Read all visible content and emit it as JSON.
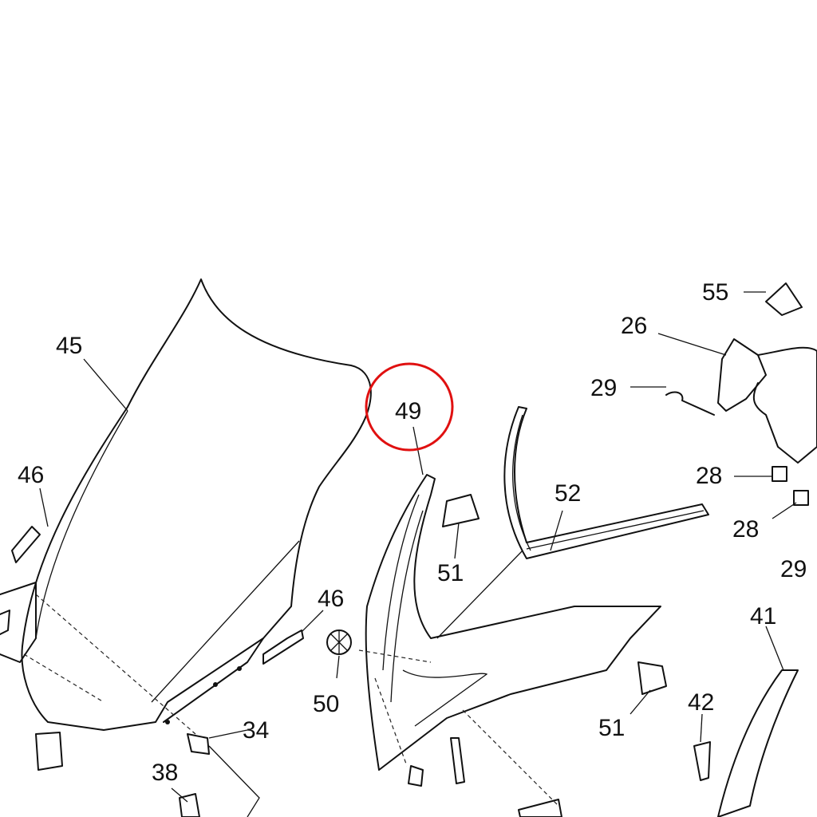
{
  "diagram": {
    "highlight_color": "#e01010",
    "highlighted_part": "49",
    "labels": [
      "45",
      "46",
      "46",
      "49",
      "50",
      "51",
      "51",
      "52",
      "55",
      "26",
      "29",
      "28",
      "28",
      "29",
      "41",
      "42",
      "34",
      "38"
    ]
  }
}
